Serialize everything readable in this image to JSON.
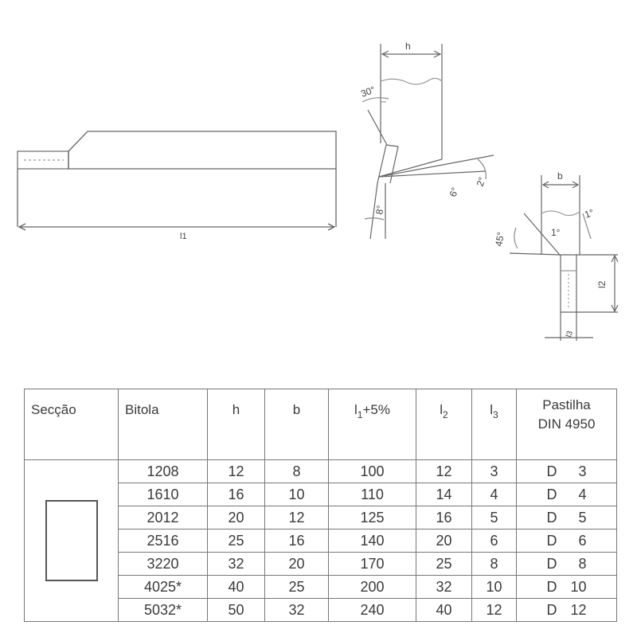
{
  "drawing": {
    "length_label": "l1",
    "height_label": "h",
    "width_label": "b",
    "angle_30": "30°",
    "angle_8": "8°",
    "angle_6": "6°",
    "angle_2": "2°",
    "angle_1_top": "1°",
    "angle_1_side": "1°",
    "angle_45": "45°",
    "l2_label": "l2",
    "l3_label": "l3"
  },
  "table": {
    "headers": {
      "seccao": "Secção",
      "bitola": "Bitola",
      "h": "h",
      "b": "b",
      "l1_main": "l",
      "l1_sub": "1",
      "l1_suffix": "+5%",
      "l2_main": "l",
      "l2_sub": "2",
      "l3_main": "l",
      "l3_sub": "3",
      "pastilha_line1": "Pastilha",
      "pastilha_line2": "DIN 4950"
    },
    "rows": [
      {
        "bitola": "1208",
        "h": "12",
        "b": "8",
        "l1": "100",
        "l2": "12",
        "l3": "3",
        "pastilha_letter": "D",
        "pastilha_size": "3"
      },
      {
        "bitola": "1610",
        "h": "16",
        "b": "10",
        "l1": "110",
        "l2": "14",
        "l3": "4",
        "pastilha_letter": "D",
        "pastilha_size": "4"
      },
      {
        "bitola": "2012",
        "h": "20",
        "b": "12",
        "l1": "125",
        "l2": "16",
        "l3": "5",
        "pastilha_letter": "D",
        "pastilha_size": "5"
      },
      {
        "bitola": "2516",
        "h": "25",
        "b": "16",
        "l1": "140",
        "l2": "20",
        "l3": "6",
        "pastilha_letter": "D",
        "pastilha_size": "6"
      },
      {
        "bitola": "3220",
        "h": "32",
        "b": "20",
        "l1": "170",
        "l2": "25",
        "l3": "8",
        "pastilha_letter": "D",
        "pastilha_size": "8"
      },
      {
        "bitola": "4025*",
        "h": "40",
        "b": "25",
        "l1": "200",
        "l2": "32",
        "l3": "10",
        "pastilha_letter": "D",
        "pastilha_size": "10"
      },
      {
        "bitola": "5032*",
        "h": "50",
        "b": "32",
        "l1": "240",
        "l2": "40",
        "l3": "12",
        "pastilha_letter": "D",
        "pastilha_size": "12"
      }
    ]
  }
}
